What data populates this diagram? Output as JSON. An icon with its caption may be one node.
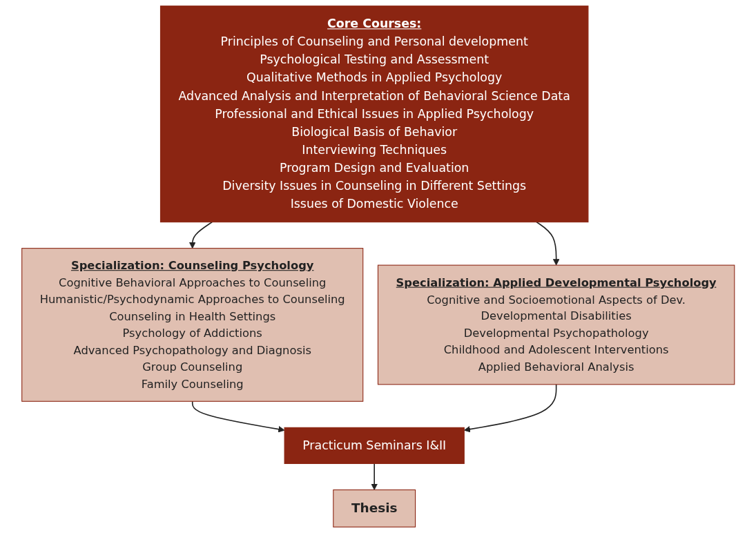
{
  "diagram": {
    "nodes": [
      {
        "text": [
          "Core Courses:",
          "Principles of Counseling and Personal development",
          "Psychological Testing and Assessment",
          "Qualitative Methods in Applied Psychology",
          "Advanced Analysis and Interpretation of Behavioral Science Data",
          "Professional and Ethical Issues in Applied Psychology",
          "Biological Basis of Behavior",
          "Interviewing Techniques",
          "Program Design and Evaluation",
          "Diversity Issues in Counseling in Different Settings",
          "Issues of Domestic Violence"
        ]
      },
      {
        "text": [
          "Specialization: Counseling Psychology",
          "Cognitive Behavioral Approaches to Counseling",
          "Humanistic/Psychodynamic Approaches to Counseling",
          "Counseling in Health Settings",
          "Psychology of Addictions",
          "Advanced Psychopathology and Diagnosis",
          "Group Counseling",
          "Family Counseling"
        ]
      },
      {
        "text": [
          "Specialization: Applied Developmental Psychology",
          "Cognitive and Socioemotional Aspects of Dev.",
          "Developmental Disabilities",
          "Developmental Psychopathology",
          "Childhood and Adolescent Interventions",
          "Applied Behavioral Analysis"
        ]
      },
      {
        "text": [
          "Practicum Seminars I&II"
        ]
      },
      {
        "text": [
          "Thesis"
        ]
      }
    ],
    "edges": [
      {
        "from": 0,
        "to": 1,
        "arrow": "to"
      },
      {
        "from": 0,
        "to": 2,
        "arrow": "to"
      },
      {
        "from": 1,
        "to": 3,
        "arrow": "to"
      },
      {
        "from": 2,
        "to": 3,
        "arrow": "to"
      },
      {
        "from": 3,
        "to": 4,
        "arrow": "to"
      }
    ]
  }
}
